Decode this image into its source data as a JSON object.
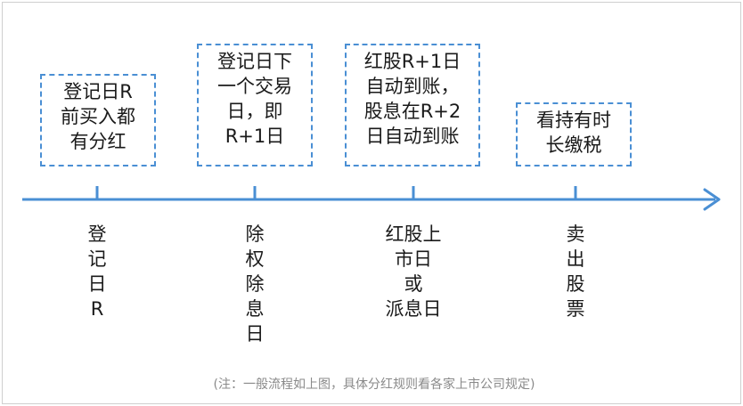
{
  "boxes": [
    {
      "lines": [
        "登记日R",
        "前买入都",
        "有分红"
      ]
    },
    {
      "lines": [
        "登记日下",
        "一个交易",
        "日，即",
        "R+1日"
      ]
    },
    {
      "lines": [
        "红股R+1日",
        "自动到账，",
        "股息在R+2",
        "日自动到账"
      ]
    },
    {
      "lines": [
        "看持有时",
        "长缴税"
      ]
    }
  ],
  "milestones": [
    {
      "lines": [
        "登",
        "记",
        "日",
        "R"
      ]
    },
    {
      "lines": [
        "除",
        "权",
        "除",
        "息",
        "日"
      ]
    },
    {
      "lines": [
        "红股上",
        "市日",
        "或",
        "派息日"
      ]
    },
    {
      "lines": [
        "卖",
        "出",
        "股",
        "票"
      ]
    }
  ],
  "footnote": "(注：一般流程如上图，具体分红规则看各家上市公司规定)",
  "colors": {
    "accent": "#4a8fd4",
    "text": "#1a1a1a",
    "note": "#8a8a8a"
  }
}
